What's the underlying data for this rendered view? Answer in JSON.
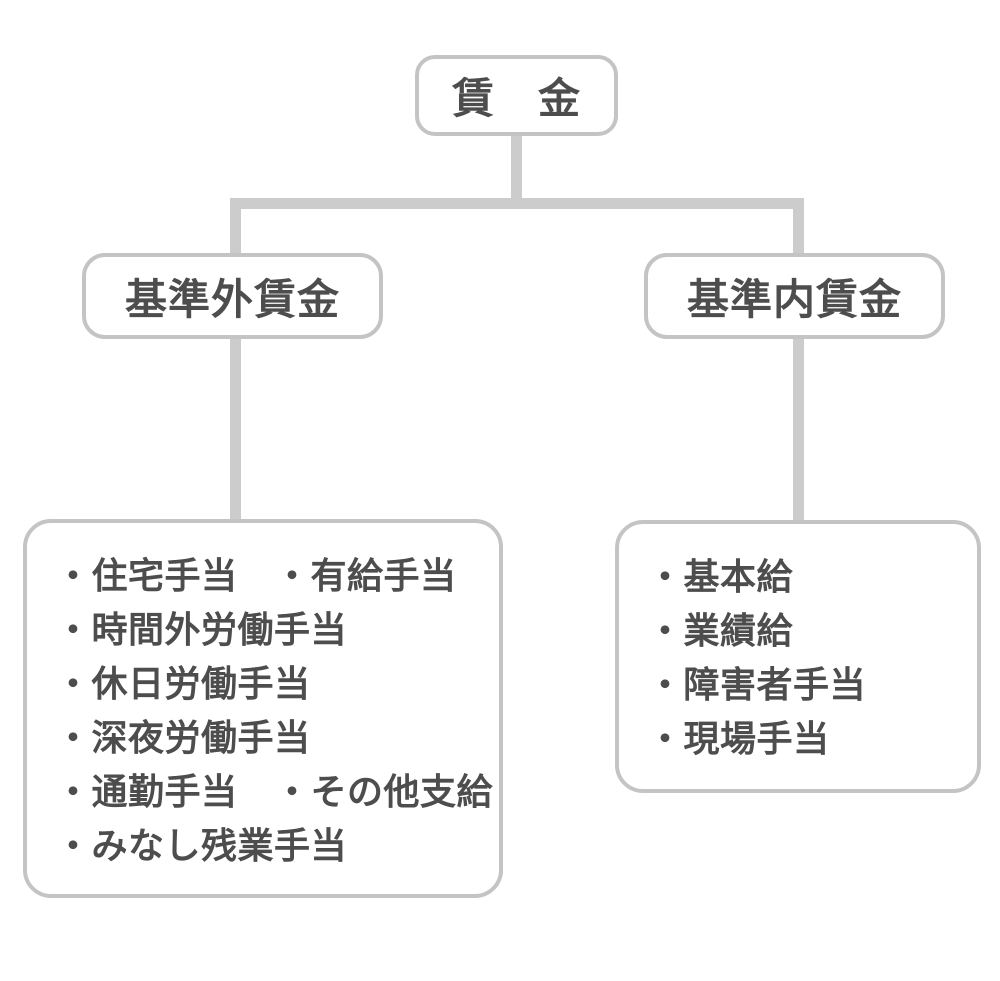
{
  "colors": {
    "line": "#cccccc",
    "box_border": "#c4c4c4",
    "text": "#4d4d4d",
    "background": "#ffffff"
  },
  "tree": {
    "root": {
      "label": "賃　金"
    },
    "branches": [
      {
        "label": "基準外賃金",
        "items": [
          "・住宅手当　・有給手当",
          "・時間外労働手当",
          "・休日労働手当",
          "・深夜労働手当",
          "・通勤手当　・その他支給",
          "・みなし残業手当"
        ]
      },
      {
        "label": "基準内賃金",
        "items": [
          "・基本給",
          "・業績給",
          "・障害者手当",
          "・現場手当"
        ]
      }
    ]
  }
}
